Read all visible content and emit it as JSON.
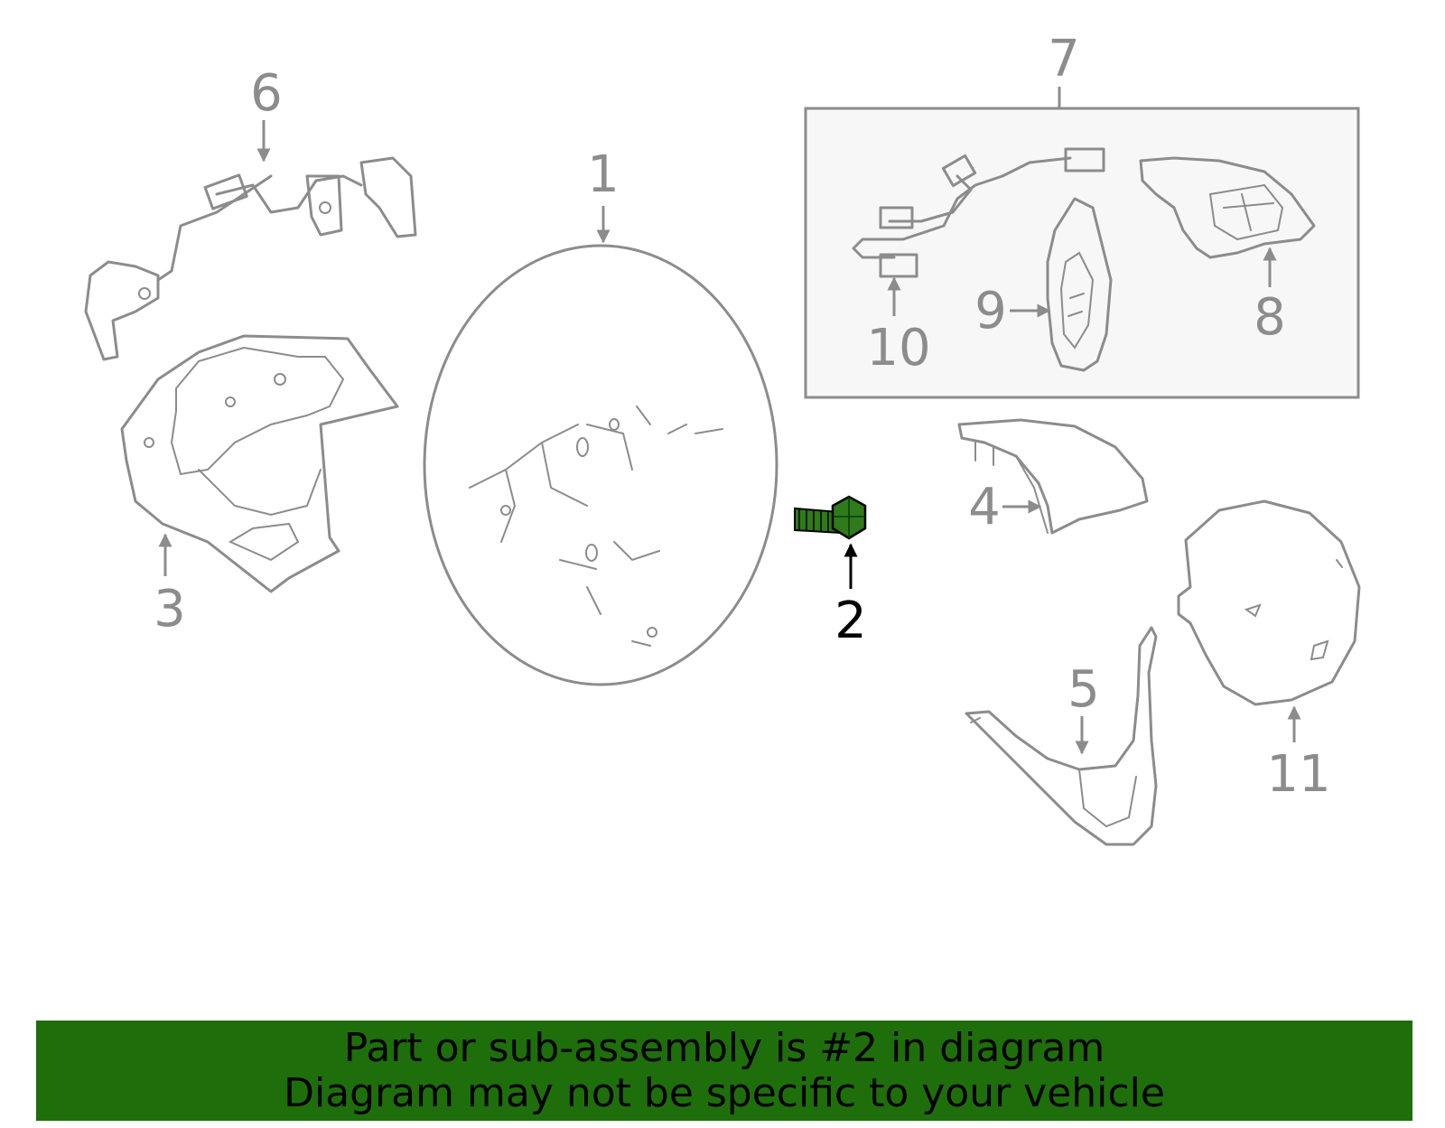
{
  "callouts": [
    {
      "id": "1",
      "label": "1"
    },
    {
      "id": "2",
      "label": "2",
      "highlighted": true
    },
    {
      "id": "3",
      "label": "3"
    },
    {
      "id": "4",
      "label": "4"
    },
    {
      "id": "5",
      "label": "5"
    },
    {
      "id": "6",
      "label": "6"
    },
    {
      "id": "7",
      "label": "7"
    },
    {
      "id": "8",
      "label": "8"
    },
    {
      "id": "9",
      "label": "9"
    },
    {
      "id": "10",
      "label": "10"
    },
    {
      "id": "11",
      "label": "11"
    }
  ],
  "banner": {
    "line1": "Part or sub-assembly is #2 in diagram",
    "line2": "Diagram may not be specific to your vehicle",
    "background_color": "#1e6e0c"
  },
  "colors": {
    "part_outline": "#8c8c8c",
    "highlight_part": "#1e6e0c",
    "box_fill": "#f7f7f7"
  }
}
